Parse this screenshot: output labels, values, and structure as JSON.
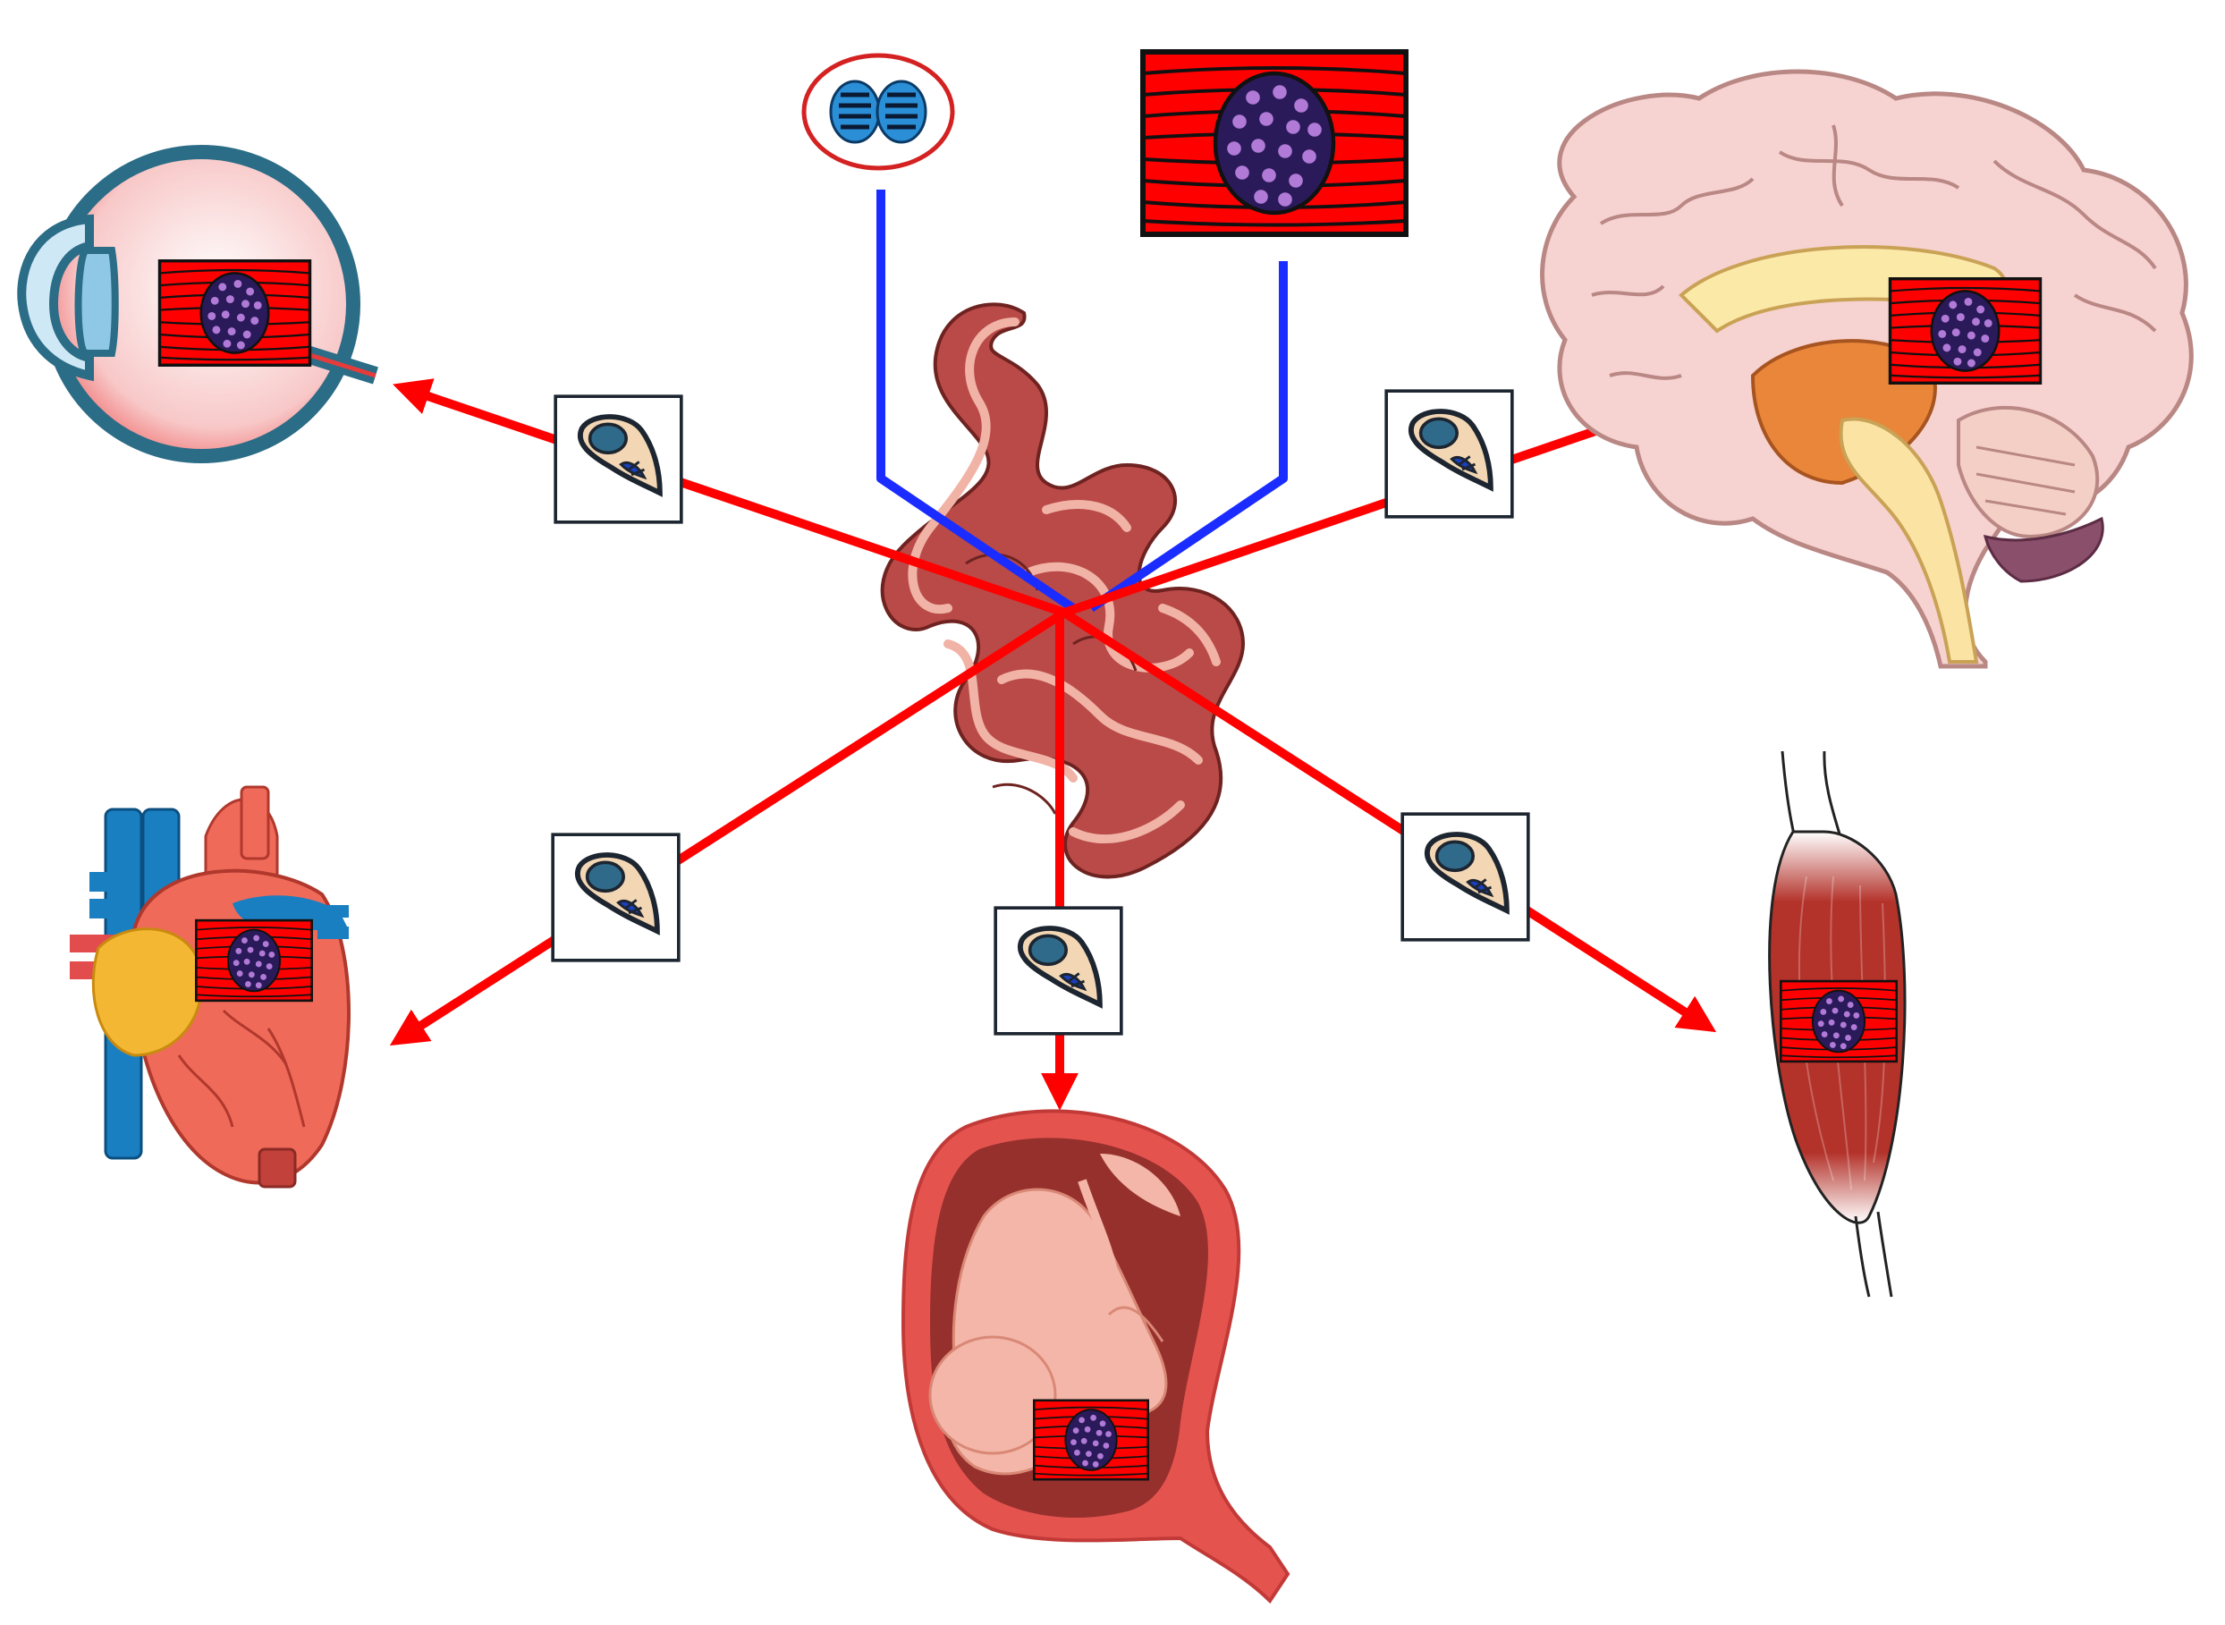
{
  "diagram": {
    "hub": "small-intestine-icon",
    "sources": [
      {
        "id": "mitochondria",
        "icon": "mitochondria-icon"
      },
      {
        "id": "muscle-cell",
        "icon": "muscle-cell-icon"
      }
    ],
    "targets": [
      {
        "id": "eye",
        "icon": "eye-icon"
      },
      {
        "id": "brain",
        "icon": "brain-icon"
      },
      {
        "id": "heart",
        "icon": "heart-icon"
      },
      {
        "id": "fetus",
        "icon": "fetus-in-womb-icon"
      },
      {
        "id": "muscle",
        "icon": "skeletal-muscle-icon"
      }
    ],
    "transport_icon": "cell-vesicle-icon",
    "colors": {
      "source_line": "#1a2cff",
      "target_arrow": "#ff0000",
      "muscle_cell_red": "#ff0000",
      "nucleus_purple": "#5b2a7a",
      "intestine": "#b94a48",
      "brain": "#f6d2d0",
      "heart": "#f06a5a",
      "heart_vessel": "#1a7fc1",
      "eye_iris": "#2b6c86",
      "womb": "#e5534f",
      "muscle": "#b3322a"
    }
  }
}
